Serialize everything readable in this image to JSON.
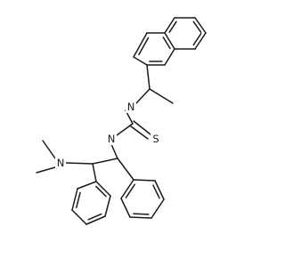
{
  "molecule": {
    "atoms": {
      "thioamide_N1": "N",
      "thioamide_N2": "N",
      "thione_S": "S",
      "amine_N": "N",
      "methyl_1": "",
      "methyl_2": ""
    },
    "fragments": [
      "naphthalen-1-yl",
      "phenyl",
      "phenyl",
      "dimethylamino",
      "thiourea"
    ]
  }
}
